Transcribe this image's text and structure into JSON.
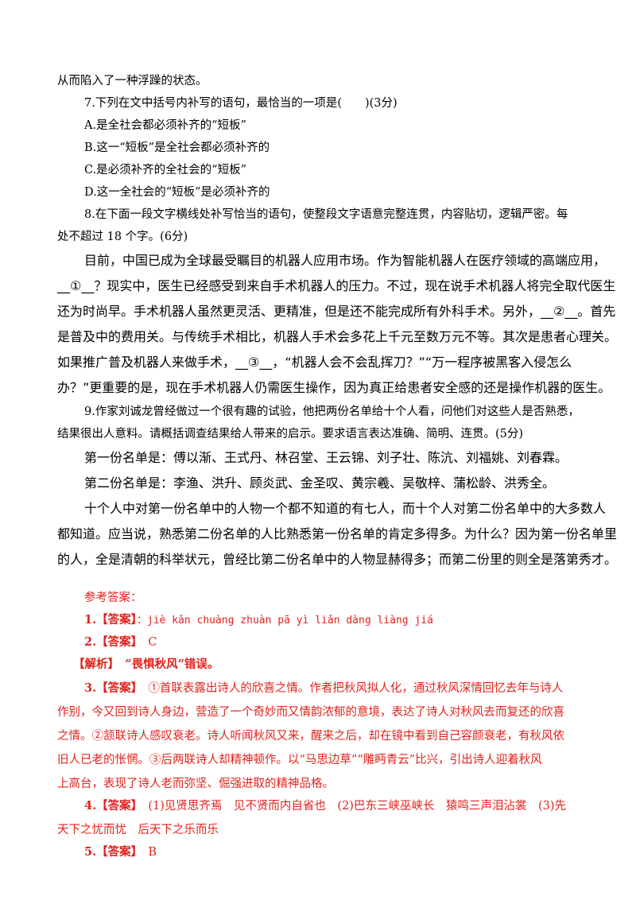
{
  "q6_tail": "从而陷入了一种浮躁的状态。",
  "q7": {
    "stem": "7.下列在文中括号内补写的语句，最恰当的一项是(　　)(3分)",
    "a": "A.是全社会都必须补齐的“短板”",
    "b": "B.这一“短板”是全社会都必须补齐的",
    "c": "C.是必须补齐的全社会的“短板”",
    "d": "D.这一全社会的“短板”是必须补齐的"
  },
  "q8": {
    "stem1": "8.在下面一段文字横线处补写恰当的语句，使整段文字语意完整连贯，内容贴切，逻辑严密。每",
    "stem2": "处不超过 18 个字。(6分)",
    "p1": "目前，中国已成为全球最受瞩目的机器人应用市场。作为智能机器人在医疗领域的高端应用，",
    "blank1": "__①__",
    "p2": "？现实中，医生已经感受到来自手术机器人的压力。不过，现在说手术机器人将完全取代医生",
    "p3": "还为时尚早。手术机器人虽然更灵活、更精准，但是还不能完成所有外科手术。另外，",
    "blank2": "__②__",
    "p3b": "。首先",
    "p4": "是普及中的费用关。与传统手术相比，机器人手术会多花上千元至数万元不等。其次是患者心理关。",
    "p5a": "如果推广普及机器人来做手术，",
    "blank3": "__③__",
    "p5b": "，“机器人会不会乱挥刀？”“万一程序被黑客入侵怎么",
    "p6": "办？”更重要的是，现在手术机器人仍需医生操作，因为真正给患者安全感的还是操作机器的医生。"
  },
  "q9": {
    "stem1": "9.作家刘诚龙曾经做过一个很有趣的试验，他把两份名单给十个人看，问他们对这些人是否熟悉，",
    "stem2": "结果很出人意料。请概括调查结果给人带来的启示。要求语言表达准确、简明、连贯。(5分)",
    "list1": "第一份名单是：傅以渐、王式丹、林召堂、王云锦、刘子壮、陈沆、刘福姚、刘春霖。",
    "list2": "第二份名单是：李渔、洪升、顾炎武、金圣叹、黄宗羲、吴敬梓、蒲松龄、洪秀全。",
    "p1": "十个人中对第一份名单中的人物一个都不知道的有七人，而十个人对第二份名单中的大多数人",
    "p2": "都知道。应当说，熟悉第二份名单的人比熟悉第一份名单的肯定多得多。为什么？因为第一份名单里",
    "p3": "的人，全是清朝的科举状元，曾经比第二份名单中的人物显赫得多；而第二份里的则全是落第秀才。"
  },
  "answers": {
    "heading": "参考答案：",
    "a1_label": "1.【答案】",
    "a1_text": "：jiè kǎn chuàng zhuàn pā yì liǎn dàng liàng jiá",
    "a2_label": "2.【答案】",
    "a2_text": "　C",
    "a2_expl_label": "【解析】",
    "a2_expl_text": "　“畏惧秋风”错误。",
    "a3_label": "3.【答案】",
    "a3_l1": "　①首联表露出诗人的欣喜之情。作者把秋风拟人化，通过秋风深情回忆去年与诗人",
    "a3_l2": "作别，今又回到诗人身边，营造了一个奇妙而又情韵浓郁的意境，表达了诗人对秋风去而复还的欣喜",
    "a3_l3": "之情。②颔联诗人感叹衰老。诗人听闻秋风又来，醒来之后，却在镜中看到自己容颜衰老，有秋风依",
    "a3_l4": "旧人已老的怅惘。③后两联诗人却精神顿作。以“马思边草”“雕眄青云”比兴，引出诗人迎着秋风",
    "a3_l5": "上高台，表现了诗人老而弥坚、倔强进取的精神品格。",
    "a4_label": "4.【答案】",
    "a4_l1": "　(1)见贤思齐焉　见不贤而内自省也　(2)巴东三峡巫峡长　猿鸣三声泪沾裳　(3)先",
    "a4_l2": "天下之忧而忧　后天下之乐而乐",
    "a5_label": "5.【答案】",
    "a5_text": "　B"
  }
}
